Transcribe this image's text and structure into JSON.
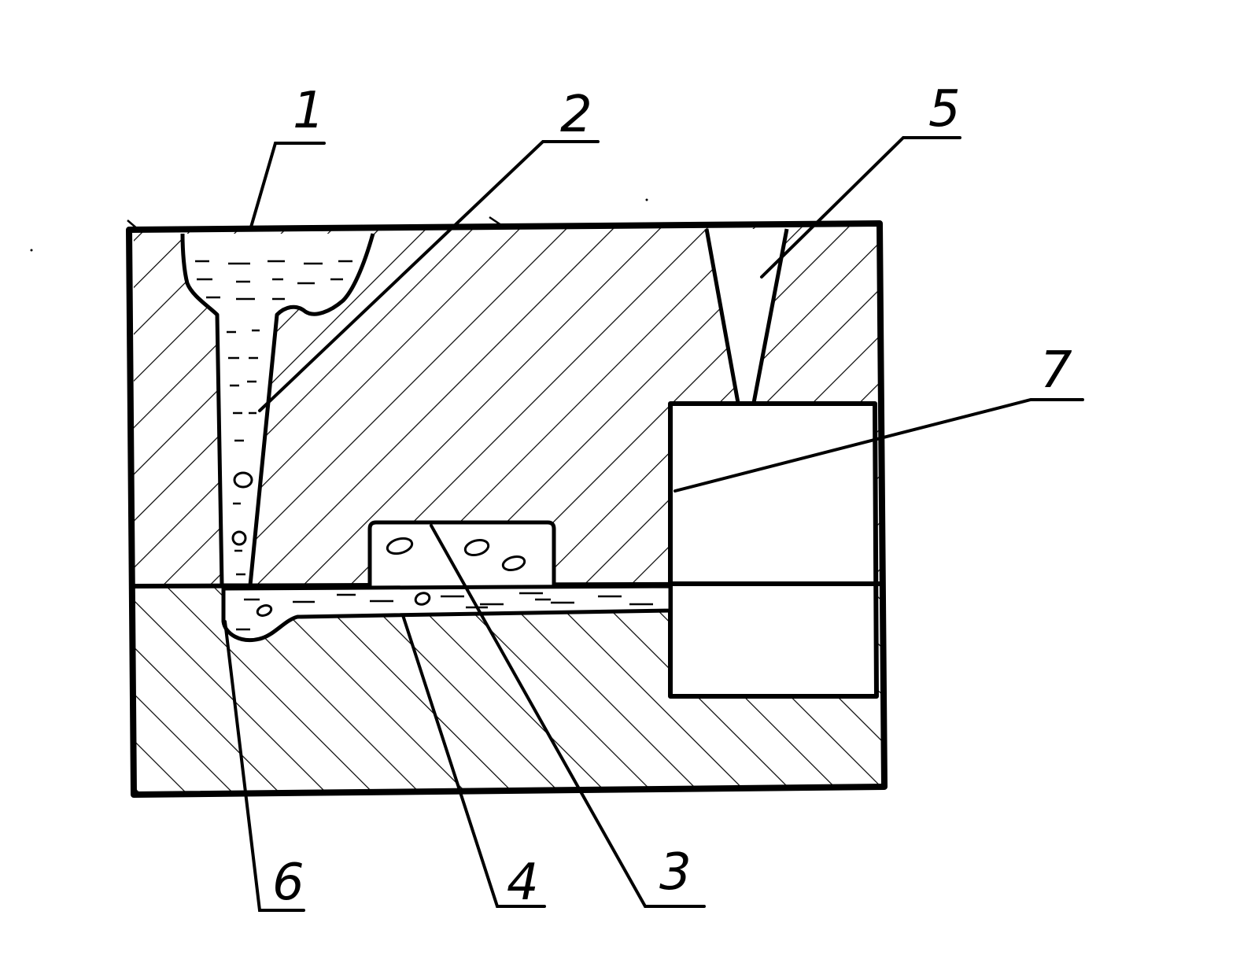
{
  "diagram": {
    "colors": {
      "ink": "#000000",
      "paper": "#ffffff"
    },
    "callouts": [
      {
        "id": "1",
        "text": "1"
      },
      {
        "id": "2",
        "text": "2"
      },
      {
        "id": "3",
        "text": "3"
      },
      {
        "id": "4",
        "text": "4"
      },
      {
        "id": "5",
        "text": "5"
      },
      {
        "id": "6",
        "text": "6"
      },
      {
        "id": "7",
        "text": "7"
      }
    ]
  }
}
